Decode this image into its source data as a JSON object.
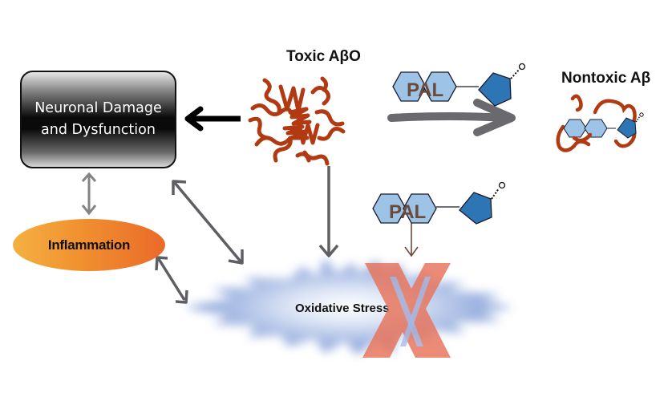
{
  "title": "PAL inhibits toxic Aβ oligomers pathway diagram",
  "nodes": {
    "neuronal_damage": {
      "line1": "Neuronal Damage",
      "line2": "and Dysfunction"
    },
    "inflammation": {
      "label": "Inflammation"
    },
    "toxic_abo": {
      "label": "Toxic AβO"
    },
    "nontoxic_ab": {
      "label": "Nontoxic Aβ"
    },
    "oxidative_stress": {
      "label": "Oxidative Stress"
    },
    "pal_top": {
      "label": "PAL"
    },
    "pal_bottom": {
      "label": "PAL"
    },
    "inhibition_mark": {
      "label": "X"
    }
  },
  "colors": {
    "protein": "#b23a12",
    "hexagon": "#9dc3e6",
    "pentagon": "#2e75b6",
    "arrow_gray": "#5f5f63",
    "arrow_black": "#000000",
    "pal_text": "#6b4a3a",
    "cross": "#e8735a",
    "stress_cloud": "#6f8fd0"
  },
  "edges": [
    {
      "from": "toxic_abo",
      "to": "neuronal_damage",
      "type": "directed"
    },
    {
      "from": "toxic_abo",
      "to": "nontoxic_ab",
      "type": "directed",
      "via": "PAL"
    },
    {
      "from": "toxic_abo",
      "to": "oxidative_stress",
      "type": "directed"
    },
    {
      "from": "pal_bottom",
      "to": "oxidative_stress",
      "type": "inhibits"
    },
    {
      "from": "neuronal_damage",
      "to": "inflammation",
      "type": "bidirectional"
    },
    {
      "from": "neuronal_damage",
      "to": "oxidative_stress",
      "type": "bidirectional"
    },
    {
      "from": "inflammation",
      "to": "oxidative_stress",
      "type": "bidirectional"
    }
  ]
}
